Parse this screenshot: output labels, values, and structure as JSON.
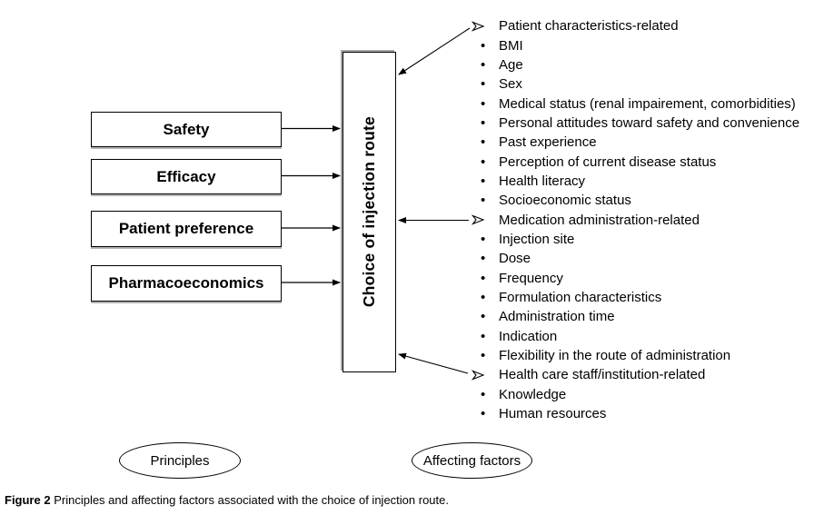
{
  "figure": {
    "center_label": "Choice of injection route",
    "principle_boxes": [
      "Safety",
      "Efficacy",
      "Patient preference",
      "Pharmacoeconomics"
    ],
    "factor_rows": [
      {
        "type": "header",
        "text": "Patient characteristics-related"
      },
      {
        "type": "item",
        "text": "BMI"
      },
      {
        "type": "item",
        "text": "Age"
      },
      {
        "type": "item",
        "text": "Sex"
      },
      {
        "type": "item",
        "text": "Medical status (renal impairement, comorbidities)"
      },
      {
        "type": "item",
        "text": "Personal attitudes toward safety and convenience"
      },
      {
        "type": "item",
        "text": "Past experience"
      },
      {
        "type": "item",
        "text": "Perception of current disease status"
      },
      {
        "type": "item",
        "text": "Health literacy"
      },
      {
        "type": "item",
        "text": "Socioeconomic status"
      },
      {
        "type": "header",
        "text": "Medication administration-related"
      },
      {
        "type": "item",
        "text": "Injection site"
      },
      {
        "type": "item",
        "text": "Dose"
      },
      {
        "type": "item",
        "text": "Frequency"
      },
      {
        "type": "item",
        "text": "Formulation characteristics"
      },
      {
        "type": "item",
        "text": "Administration time"
      },
      {
        "type": "item",
        "text": "Indication"
      },
      {
        "type": "item",
        "text": "Flexibility in the route of administration"
      },
      {
        "type": "header",
        "text": "Health care staff/institution-related"
      },
      {
        "type": "item",
        "text": "Knowledge"
      },
      {
        "type": "item",
        "text": "Human resources"
      }
    ],
    "ovals": {
      "left": "Principles",
      "right": "Affecting factors"
    },
    "caption": {
      "label": "Figure 2",
      "text": "Principles and affecting factors associated with the choice of injection route."
    }
  },
  "icons": {
    "bullet": "•"
  },
  "colors": {
    "line": "#000000",
    "box_shadow": "#a6a6a6",
    "background": "#ffffff",
    "text": "#000000"
  }
}
